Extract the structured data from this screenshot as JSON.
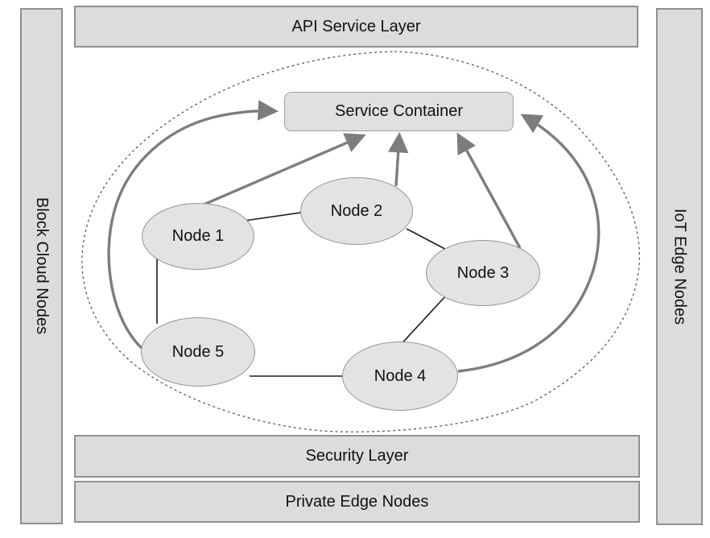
{
  "diagram": {
    "title_bars": {
      "top": "API Service Layer",
      "left": "Block Cloud Nodes",
      "right": "IoT Edge Nodes",
      "security": "Security Layer",
      "private": "Private Edge Nodes"
    },
    "service_container": {
      "label": "Service Container"
    },
    "nodes": [
      {
        "label": "Node 1"
      },
      {
        "label": "Node 2"
      },
      {
        "label": "Node 3"
      },
      {
        "label": "Node 4"
      },
      {
        "label": "Node 5"
      }
    ],
    "connections": {
      "ring_edges": [
        "Node 1–Node 2",
        "Node 2–Node 3",
        "Node 3–Node 4",
        "Node 4–Node 5",
        "Node 5–Node 1"
      ],
      "arrows_to_container": [
        "Node 1",
        "Node 2",
        "Node 3",
        "left curved (via Node 5)",
        "right curved (via Node 4)"
      ]
    },
    "colors": {
      "bar_fill": "#dcdcdc",
      "bar_border": "#8f8f8f",
      "node_fill": "#e3e3e3",
      "node_border": "#939393",
      "arrow_gray": "#7d7d7d",
      "thin_line": "#1c1c1c",
      "dashed_boundary": "#5a5a5a",
      "text": "#111111"
    }
  }
}
